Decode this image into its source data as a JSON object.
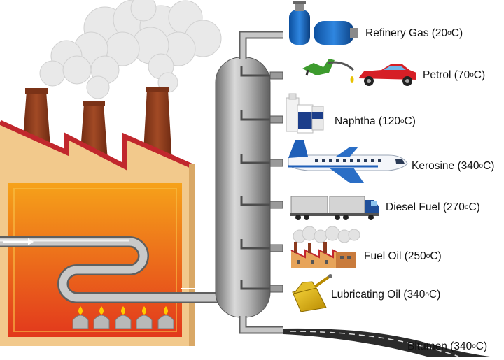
{
  "colors": {
    "sky": "#ffffff",
    "factory_wall": "#f2c98c",
    "roof_red": "#c1272d",
    "furnace_top": "#f6a21a",
    "furnace_bottom": "#e2381c",
    "chimney": "#8b3a1e",
    "steel": "#a9a9a9",
    "steel_dark": "#6e6e6e",
    "road": "#2b2b2b"
  },
  "icons": [
    {
      "name": "gas-cylinder-icon"
    },
    {
      "name": "fuel-nozzle-icon"
    },
    {
      "name": "sports-car-icon"
    },
    {
      "name": "naphtha-bottles-icon"
    },
    {
      "name": "airplane-icon"
    },
    {
      "name": "truck-icon"
    },
    {
      "name": "factory-icon"
    },
    {
      "name": "oil-can-icon"
    },
    {
      "name": "road-icon"
    }
  ],
  "products": [
    {
      "id": "refinery-gas",
      "name": "Refinery Gas",
      "temp": "20",
      "unit": "C"
    },
    {
      "id": "petrol",
      "name": "Petrol",
      "temp": "70",
      "unit": "C"
    },
    {
      "id": "naphtha",
      "name": "Naphtha",
      "temp": "120",
      "unit": "C"
    },
    {
      "id": "kerosine",
      "name": "Kerosine",
      "temp": "340",
      "unit": "C"
    },
    {
      "id": "diesel-fuel",
      "name": "Diesel Fuel",
      "temp": "270",
      "unit": "C"
    },
    {
      "id": "fuel-oil",
      "name": "Fuel Oil",
      "temp": "250",
      "unit": "C"
    },
    {
      "id": "lubricating-oil",
      "name": "Lubricating Oil",
      "temp": "340",
      "unit": "C"
    },
    {
      "id": "bitumen",
      "name": "Bitumen",
      "temp": "340",
      "unit": "C"
    }
  ]
}
